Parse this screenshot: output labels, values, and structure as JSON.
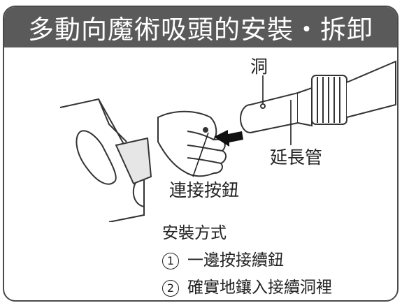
{
  "title": "多動向魔術吸頭的安裝・拆卸",
  "callouts": {
    "hole": "洞",
    "extension_tube": "延長管",
    "connect_button": "連接按鈕"
  },
  "instructions": {
    "heading": "安裝方式",
    "steps": [
      {
        "num": "1",
        "text": "一邊按接續鈕"
      },
      {
        "num": "2",
        "text": "確實地鑲入接續洞裡"
      }
    ]
  },
  "colors": {
    "title_bar": "#5a5a5a",
    "border": "#4a4a4a"
  }
}
